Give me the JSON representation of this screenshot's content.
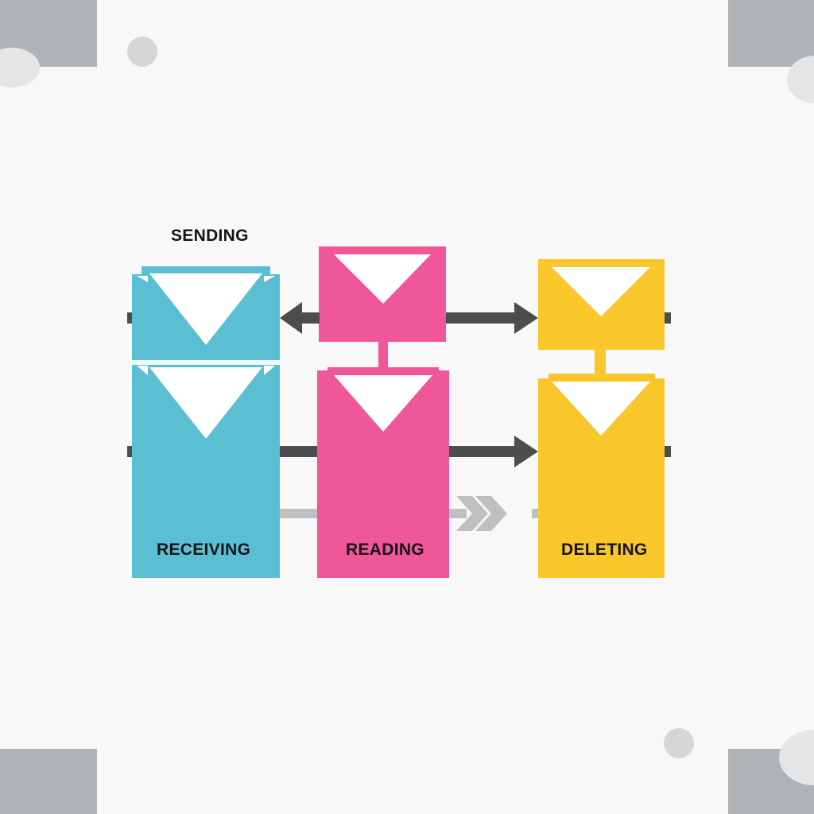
{
  "stages": {
    "sending": "SENDING",
    "receiving": "RECEIVING",
    "reading": "READING",
    "deleting": "DELETING"
  },
  "colors": {
    "blue": "#5bbfd4",
    "pink": "#ef5798",
    "yellow": "#f9c72a",
    "arrow_dark": "#4b4d4f",
    "arrow_light": "#bdbfc1",
    "background": "#f8f8f8"
  },
  "icons": [
    "envelope-icon",
    "arrow-right-icon",
    "arrow-left-icon",
    "chevron-double-right-icon"
  ]
}
